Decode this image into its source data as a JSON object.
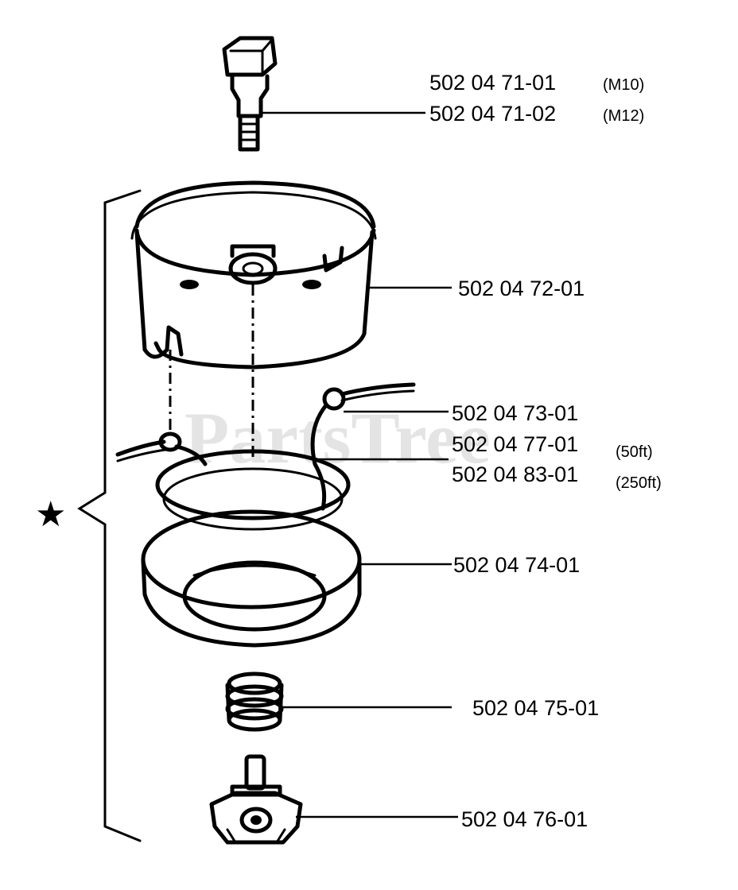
{
  "watermark": "PartsTree",
  "parts": [
    {
      "id": "bolt",
      "number": "502 04 71-01",
      "note": "(M10)"
    },
    {
      "id": "bolt-alt",
      "number": "502 04 71-02",
      "note": "(M12)"
    },
    {
      "id": "cover",
      "number": "502 04 72-01",
      "note": ""
    },
    {
      "id": "line",
      "number": "502 04 73-01",
      "note": ""
    },
    {
      "id": "line-50",
      "number": "502 04 77-01",
      "note": "(50ft)"
    },
    {
      "id": "line-250",
      "number": "502 04 83-01",
      "note": "(250ft)"
    },
    {
      "id": "spool",
      "number": "502 04 74-01",
      "note": ""
    },
    {
      "id": "spring",
      "number": "502 04 75-01",
      "note": ""
    },
    {
      "id": "knob",
      "number": "502 04 76-01",
      "note": ""
    }
  ],
  "assembly_symbol": "★"
}
